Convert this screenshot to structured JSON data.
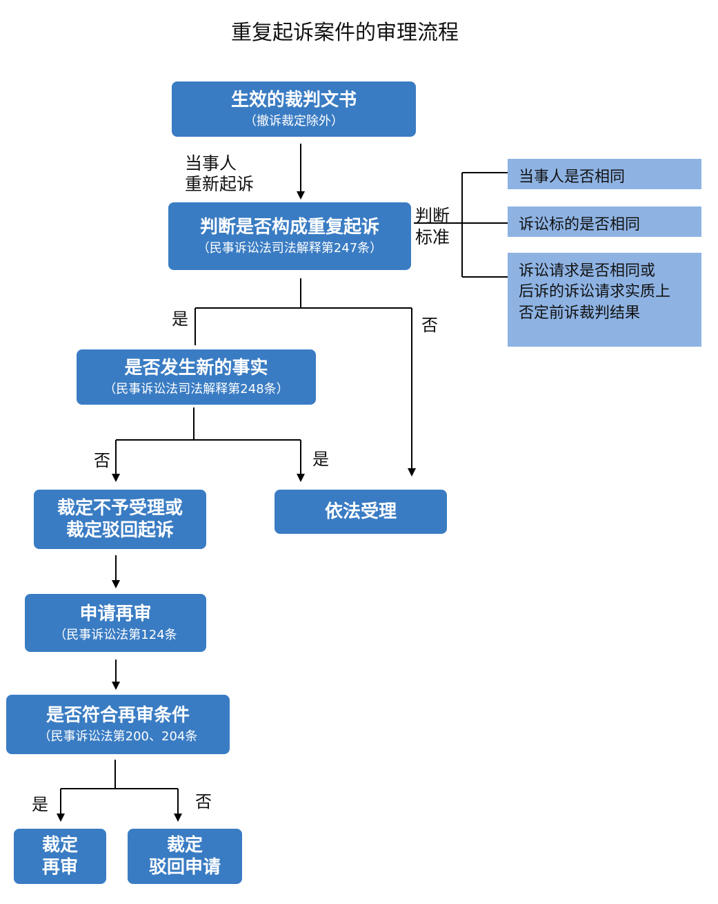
{
  "title": "重复起诉案件的审理流程",
  "boxes": {
    "effective": {
      "main": "生效的裁判文书",
      "sub": "（撤诉裁定除外）"
    },
    "judge": {
      "main": "判断是否构成重复起诉",
      "sub": "（民事诉讼法司法解释第247条）"
    },
    "newfact": {
      "main": "是否发生新的事实",
      "sub": "（民事诉讼法司法解释第248条）"
    },
    "reject": {
      "line1": "裁定不予受理或",
      "line2": "裁定驳回起诉"
    },
    "accept": {
      "main": "依法受理"
    },
    "retrial": {
      "main": "申请再审",
      "sub": "（民事诉讼法第124条"
    },
    "condition": {
      "main": "是否符合再审条件",
      "sub": "（民事诉讼法第200、204条"
    },
    "grant": {
      "line1": "裁定",
      "line2": "再审"
    },
    "deny": {
      "line1": "裁定",
      "line2": "驳回申请"
    }
  },
  "criteria_label": {
    "line1": "判断",
    "line2": "标准"
  },
  "criteria": [
    "当事人是否相同",
    "诉讼标的是否相同",
    {
      "line1": "诉讼请求是否相同或",
      "line2": "后诉的诉讼请求实质上",
      "line3": "否定前诉裁判结果"
    }
  ],
  "labels": {
    "party_line1": "当事人",
    "party_line2": "重新起诉",
    "yes1": "是",
    "no1": "否",
    "no2": "否",
    "yes2": "是",
    "yes3": "是",
    "no3": "否"
  }
}
